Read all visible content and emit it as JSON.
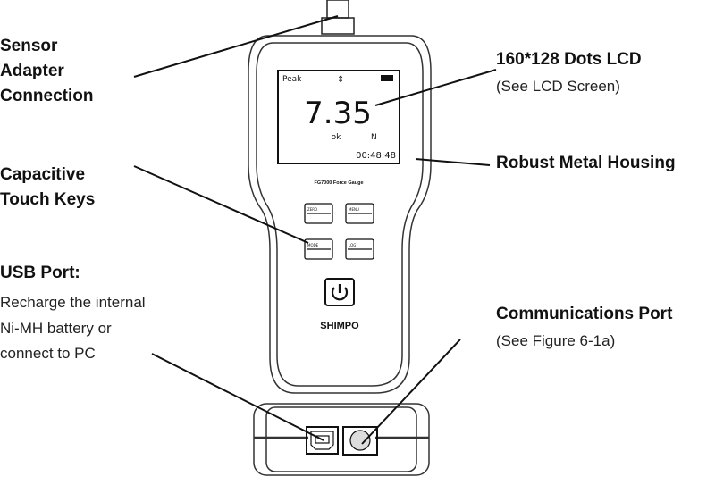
{
  "labels": {
    "sensor": [
      "Sensor",
      "Adapter",
      "Connection"
    ],
    "lcd_title": "160*128 Dots LCD",
    "lcd_sub": "(See LCD Screen)",
    "housing": "Robust Metal Housing",
    "touch": [
      "Capacitive",
      "Touch Keys"
    ],
    "usb_title": "USB Port:",
    "usb_desc": [
      "Recharge the internal",
      "Ni-MH battery or",
      "connect to PC"
    ],
    "comm_title": "Communications Port",
    "comm_sub": "(See Figure 6-1a)"
  },
  "device": {
    "screen": {
      "mode": "Peak",
      "value": "7.35",
      "status": "ok",
      "unit": "N",
      "time": "00:48:48"
    },
    "model": "FG7000 Force Gauge",
    "keys": [
      "ZERO",
      "MENU",
      "MODE",
      "LOG"
    ],
    "brand": "SHIMPO"
  }
}
